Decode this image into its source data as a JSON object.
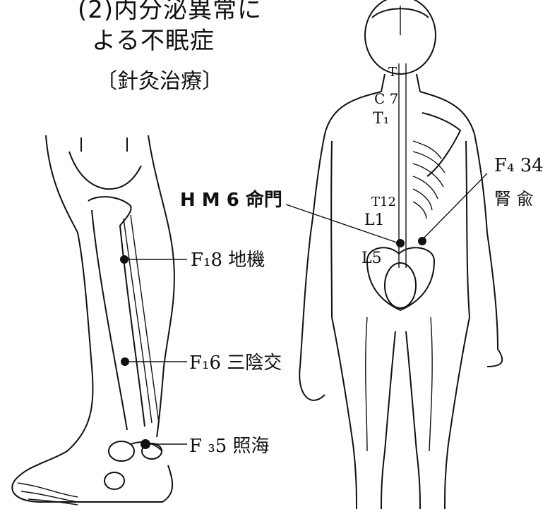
{
  "header": {
    "title_line1": "(2)内分泌異常に",
    "title_line2": "よる不眠症",
    "subtitle": "〔針灸治療〕"
  },
  "leg_points": [
    {
      "label": "F₁8 地機"
    },
    {
      "label": "F₁6 三陰交"
    },
    {
      "label": "F ₃5 照海"
    }
  ],
  "body_points": [
    {
      "label": "H M 6 命門"
    },
    {
      "label": "F₄ 34"
    },
    {
      "label": "腎 兪"
    }
  ],
  "vertebra_labels": [
    {
      "label": "T"
    },
    {
      "label": "C 7"
    },
    {
      "label": "T₁"
    },
    {
      "label": "T12"
    },
    {
      "label": "L1"
    },
    {
      "label": "L5"
    }
  ]
}
